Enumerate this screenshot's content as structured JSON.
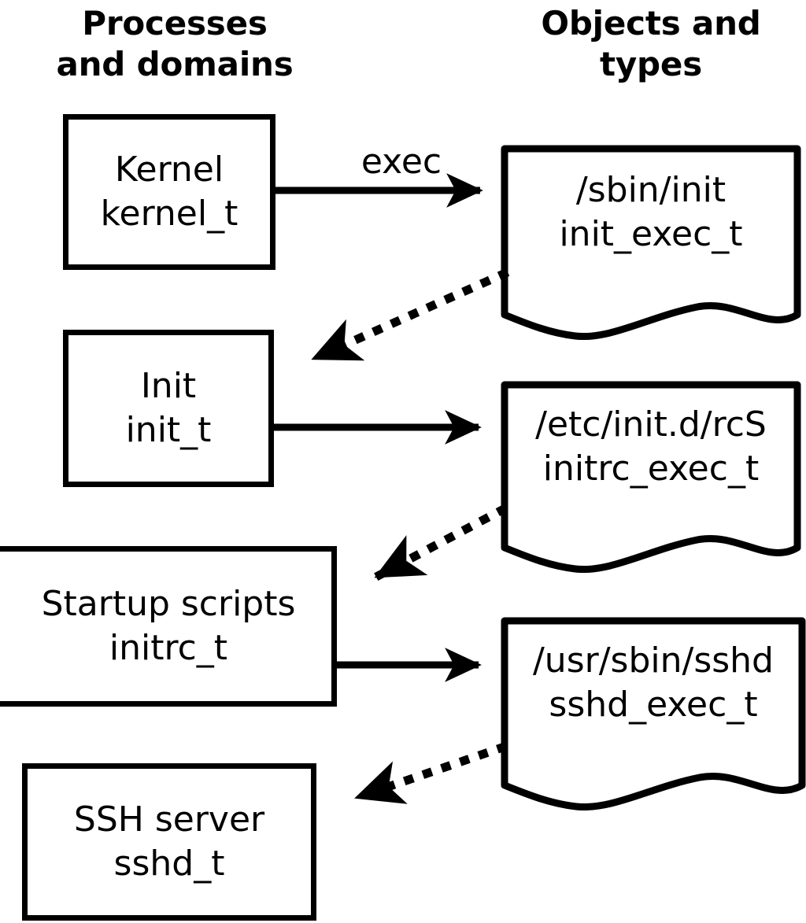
{
  "diagram": {
    "title": "SELinux process and object labeling / domain transitions",
    "columns": {
      "left_header": "Processes\nand domains",
      "right_header": "Objects and\ntypes"
    },
    "process_boxes": [
      {
        "id": "kernel",
        "label": "Kernel\nkernel_t"
      },
      {
        "id": "init",
        "label": "Init\ninit_t"
      },
      {
        "id": "initrc",
        "label": "Startup scripts\ninitrc_t"
      },
      {
        "id": "sshd",
        "label": "SSH server\nsshd_t"
      }
    ],
    "object_boxes": [
      {
        "id": "init-exec",
        "label": "/sbin/init\ninit_exec_t"
      },
      {
        "id": "initrc-exec",
        "label": "/etc/init.d/rcS\ninitrc_exec_t"
      },
      {
        "id": "sshd-exec",
        "label": "/usr/sbin/sshd\nsshd_exec_t"
      }
    ],
    "edges": [
      {
        "id": "kernel-exec-init",
        "label": "exec",
        "style": "solid",
        "from": "kernel",
        "to": "init-exec"
      },
      {
        "id": "initexec-transition",
        "label": "",
        "style": "dotted",
        "from": "init-exec",
        "to": "init"
      },
      {
        "id": "init-exec-initrc",
        "label": "",
        "style": "solid",
        "from": "init",
        "to": "initrc-exec"
      },
      {
        "id": "initrcexec-transition",
        "label": "",
        "style": "dotted",
        "from": "initrc-exec",
        "to": "initrc"
      },
      {
        "id": "initrc-exec-sshd",
        "label": "",
        "style": "solid",
        "from": "initrc",
        "to": "sshd-exec"
      },
      {
        "id": "sshdexec-transition",
        "label": "",
        "style": "dotted",
        "from": "sshd-exec",
        "to": "sshd"
      }
    ],
    "colors": {
      "stroke": "#000000",
      "fill": "#ffffff",
      "text": "#000000"
    }
  }
}
